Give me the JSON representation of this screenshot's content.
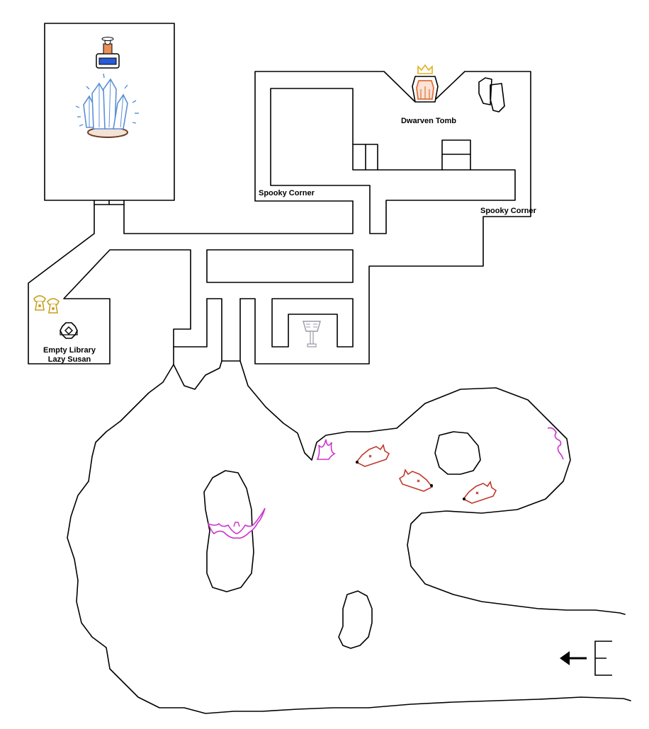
{
  "map": {
    "labels": {
      "dwarven_tomb": "Dwarven Tomb",
      "spooky_corner_left": "Spooky Corner",
      "spooky_corner_right": "Spooky Corner",
      "library_line1": "Empty Library",
      "library_line2": "Lazy Susan"
    },
    "entrance_symbol": "E",
    "markers": {
      "crystal": "crystal-cluster-icon",
      "merchant": "merchant-at-counter-icon",
      "tomb": "crowned-sarcophagus-icon",
      "library_mushrooms": "yellow-creature-icon",
      "lazy_susan": "gear-icon",
      "lectern": "lectern-icon",
      "wolves": "wolf-head-icon",
      "bats": "bat-icon",
      "fungus": "purple-fungus-icon",
      "arrow": "arrow-left-icon"
    },
    "colors": {
      "ink": "#000000",
      "crystal": "#5b8fd6",
      "tomb": "#e0703a",
      "crown": "#e0b020",
      "wolf": "#c0392b",
      "magenta": "#cc33cc",
      "yellow": "#c8a020",
      "lectern": "#9a9aa8"
    }
  }
}
